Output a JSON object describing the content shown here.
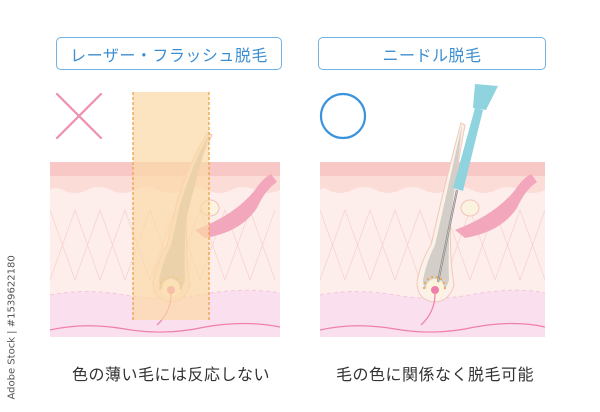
{
  "left_panel": {
    "title": "レーザー・フラッシュ脱毛",
    "verdict_icon": "cross-mark",
    "verdict_color": "#ee8fb2",
    "caption": "色の薄い毛には反応しない",
    "beam_color": "#fbd9a6",
    "beam_border_color": "#eea24a"
  },
  "right_panel": {
    "title": "ニードル脱毛",
    "verdict_icon": "circle-mark",
    "verdict_color": "#3b93de",
    "caption": "毛の色に関係なく脱毛可能",
    "needle_color": "#8fd3df"
  },
  "colors": {
    "title_border": "#6fb3e4",
    "title_text": "#3d8fd2",
    "epidermis_top": "#f7c8c6",
    "dermis": "#fdecea",
    "subcutis": "#fbe1ef",
    "hair": "#c9c3b6",
    "vessel": "#f08ba8"
  },
  "watermark": "Adobe Stock | #1539622180"
}
